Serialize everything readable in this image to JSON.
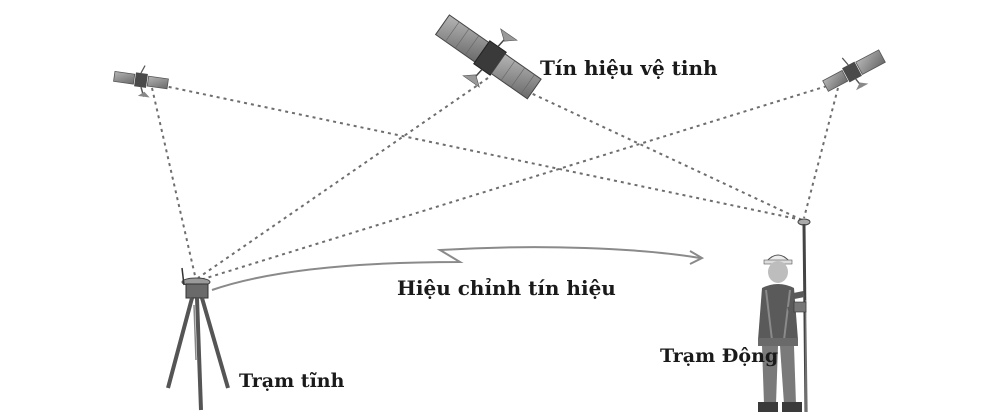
{
  "labels": {
    "satellite_signal": "Tín hiệu vệ tinh",
    "signal_correction": "Hiệu chỉnh tín hiệu",
    "base_station": "Trạm tĩnh",
    "rover_station": "Trạm Động"
  },
  "colors": {
    "ray": "#6e6e6e",
    "ink": "#1a1a1a",
    "panel": "#8a8a8a",
    "vest": "#5a5a5a"
  },
  "icons": [
    "satellite-icon",
    "tripod-icon",
    "surveyor-icon",
    "gnss-receiver-icon"
  ]
}
